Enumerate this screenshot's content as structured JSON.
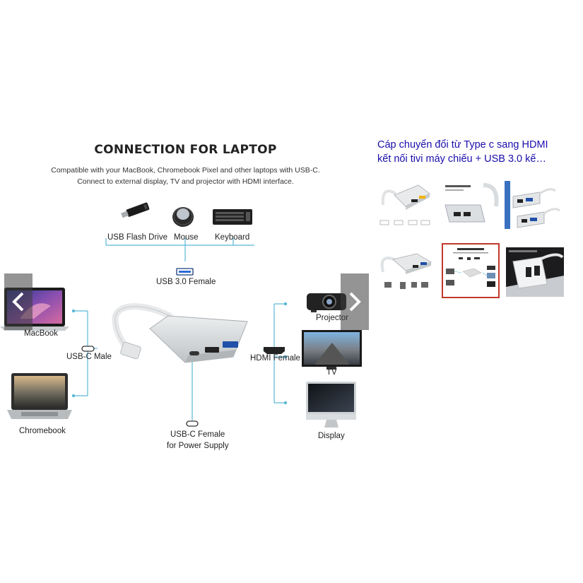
{
  "main_image": {
    "title": "CONNECTION FOR LAPTOP",
    "subtitle_line1": "Compatible with your MacBook, Chromebook Pixel and other laptops with USB-C.",
    "subtitle_line2": "Connect to external display, TV and projector with HDMI interface.",
    "labels": {
      "usb_flash_drive": "USB Flash Drive",
      "mouse": "Mouse",
      "keyboard": "Keyboard",
      "usb30_female": "USB 3.0 Female",
      "macbook": "MacBook",
      "usbc_male": "USB-C Male",
      "chromebook": "Chromebook",
      "usbc_female_line1": "USB-C Female",
      "usbc_female_line2": "for Power Supply",
      "projector": "Projector",
      "hdmi_female": "HDMI Female",
      "tv": "TV",
      "display": "Display"
    }
  },
  "product": {
    "title_line1": "Cáp chuyển đổi từ Type c sang HDMI",
    "title_line2": "kết nối tivi máy chiếu + USB 3.0 kế…"
  },
  "thumbnails": [
    {
      "id": 1,
      "caption": ""
    },
    {
      "id": 2,
      "caption": "多功能拓展坞"
    },
    {
      "id": 3,
      "caption": ""
    },
    {
      "id": 4,
      "caption": ""
    },
    {
      "id": 5,
      "caption": "CONNECTION FOR LAPTOP"
    },
    {
      "id": 6,
      "caption": "USB-C to HDMI / USB 3.0 / USB-C"
    }
  ],
  "colors": {
    "link": "#1a0dab",
    "active_thumb_border": "#c0392b",
    "connector_line": "#5bb8d6",
    "adapter_silver": "#d6d8da"
  }
}
